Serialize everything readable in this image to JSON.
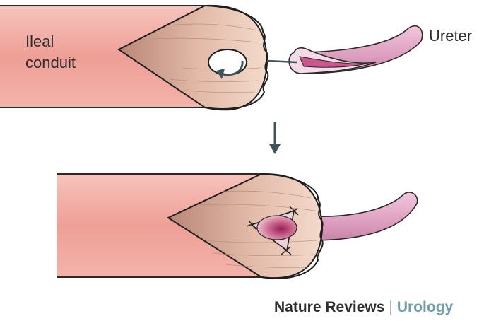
{
  "labels": {
    "ileal_conduit": "Ileal\nconduit",
    "ureter": "Ureter"
  },
  "footer": {
    "publisher": "Nature Reviews",
    "separator": "|",
    "journal": "Urology"
  },
  "colors": {
    "bowel_outer": "#efb1a8",
    "bowel_inner": "#e9c1b3",
    "outline": "#1f1f1f",
    "ureter": "#e6aac8",
    "arrow": "#3e545a",
    "journal_accent": "#6f9fa8"
  },
  "icons": {
    "step_arrow": "down-arrow-icon",
    "rotation_arrow": "curved-arrow-icon"
  }
}
